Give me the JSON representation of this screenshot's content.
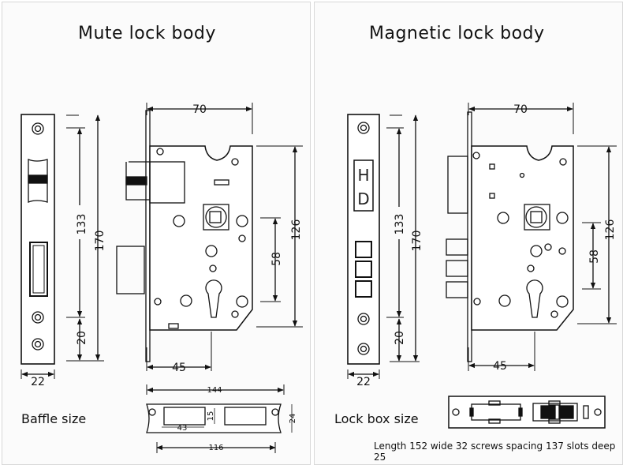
{
  "titles": {
    "mute": "Mute lock body",
    "magnetic": "Magnetic lock body"
  },
  "captions": {
    "baffle": "Baffle size",
    "lock_box": "Lock box size"
  },
  "footnote": "Length 152 wide 32 screws spacing 137 slots deep 25",
  "mute": {
    "plate_height": "170",
    "screw_spacing": "133",
    "bottom_offset": "20",
    "plate_width": "22",
    "body_width": "70",
    "body_height": "126",
    "handle_spacing": "58",
    "backset": "45"
  },
  "magnetic": {
    "plate_height": "170",
    "screw_spacing": "133",
    "bottom_offset": "20",
    "plate_width": "22",
    "body_width": "70",
    "body_height": "126",
    "handle_spacing": "58",
    "backset": "45",
    "plate_letters": [
      "H",
      "D"
    ]
  },
  "baffle": {
    "length": "144",
    "screw_spacing": "116",
    "slot_width": "43",
    "slot_height": "15",
    "height": "24"
  }
}
